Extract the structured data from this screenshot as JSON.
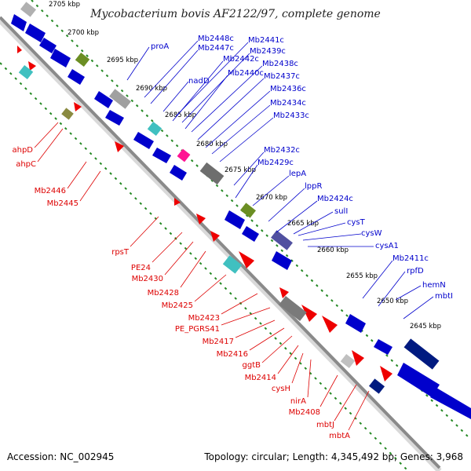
{
  "title": "Mycobacterium bovis AF2122/97, complete genome",
  "footer": {
    "accession": "Accession: NC_002945",
    "summary": "Topology: circular; Length: 4,345,492 bp; Genes: 3,968"
  },
  "colors": {
    "backbone": "#888888",
    "tick": "#228822",
    "forward_gene": "#0000cc",
    "reverse_gene": "#ee0000",
    "forward_label": "#0000cc",
    "reverse_label": "#dd0000",
    "ruler_text": "#000000"
  },
  "ruler": [
    {
      "label": "2705 kbp"
    },
    {
      "label": "2700 kbp"
    },
    {
      "label": "2695 kbp"
    },
    {
      "label": "2690 kbp"
    },
    {
      "label": "2685 kbp"
    },
    {
      "label": "2680 kbp"
    },
    {
      "label": "2675 kbp"
    },
    {
      "label": "2670 kbp"
    },
    {
      "label": "2665 kbp"
    },
    {
      "label": "2660 kbp"
    },
    {
      "label": "2655 kbp"
    },
    {
      "label": "2650 kbp"
    },
    {
      "label": "2645 kbp"
    }
  ],
  "forward_labels": [
    "proA",
    "Mb2448c",
    "Mb2447c",
    "Mb2441c",
    "Mb2439c",
    "Mb2442c",
    "nadD",
    "Mb2438c",
    "Mb2440c",
    "Mb2437c",
    "Mb2436c",
    "Mb2434c",
    "Mb2433c",
    "Mb2432c",
    "Mb2429c",
    "lepA",
    "lppR",
    "Mb2424c",
    "sulI",
    "cysT",
    "cysW",
    "cysA1",
    "Mb2411c",
    "rpfD",
    "hemN",
    "mbtI"
  ],
  "reverse_labels": [
    "ahpD",
    "ahpC",
    "Mb2446",
    "Mb2445",
    "rpsT",
    "PE24",
    "Mb2430",
    "Mb2428",
    "Mb2425",
    "Mb2423",
    "PE_PGRS41",
    "Mb2417",
    "Mb2416",
    "ggtB",
    "Mb2414",
    "cysH",
    "nirA",
    "Mb2408",
    "mbtJ",
    "mbtA"
  ]
}
